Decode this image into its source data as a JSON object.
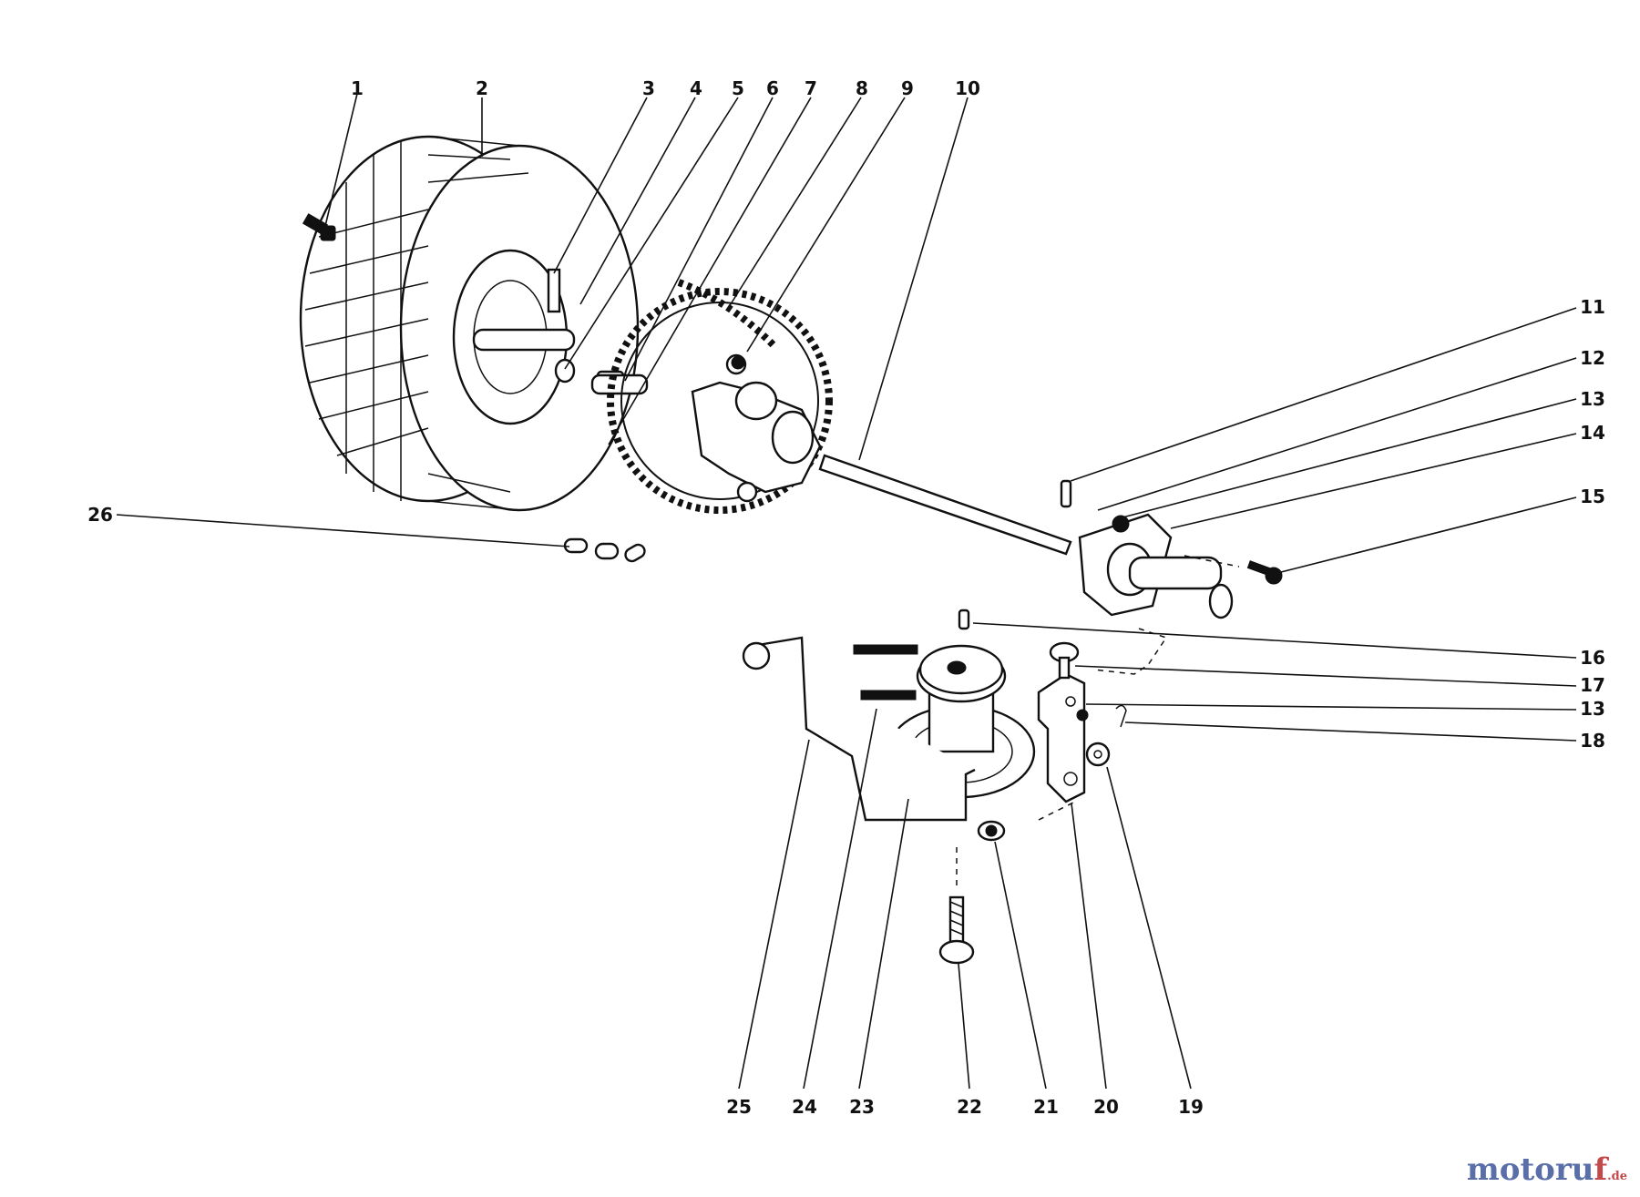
{
  "callouts": [
    {
      "num": "1"
    },
    {
      "num": "2"
    },
    {
      "num": "3"
    },
    {
      "num": "4"
    },
    {
      "num": "5"
    },
    {
      "num": "6"
    },
    {
      "num": "7"
    },
    {
      "num": "8"
    },
    {
      "num": "9"
    },
    {
      "num": "10"
    },
    {
      "num": "11"
    },
    {
      "num": "12"
    },
    {
      "num": "13"
    },
    {
      "num": "14"
    },
    {
      "num": "15"
    },
    {
      "num": "16"
    },
    {
      "num": "17"
    },
    {
      "num": "13"
    },
    {
      "num": "18"
    },
    {
      "num": "19"
    },
    {
      "num": "20"
    },
    {
      "num": "21"
    },
    {
      "num": "22"
    },
    {
      "num": "23"
    },
    {
      "num": "24"
    },
    {
      "num": "25"
    },
    {
      "num": "26"
    }
  ],
  "watermark": {
    "brand_main": "motoru",
    "brand_accent": "f",
    "tld": ".de"
  }
}
